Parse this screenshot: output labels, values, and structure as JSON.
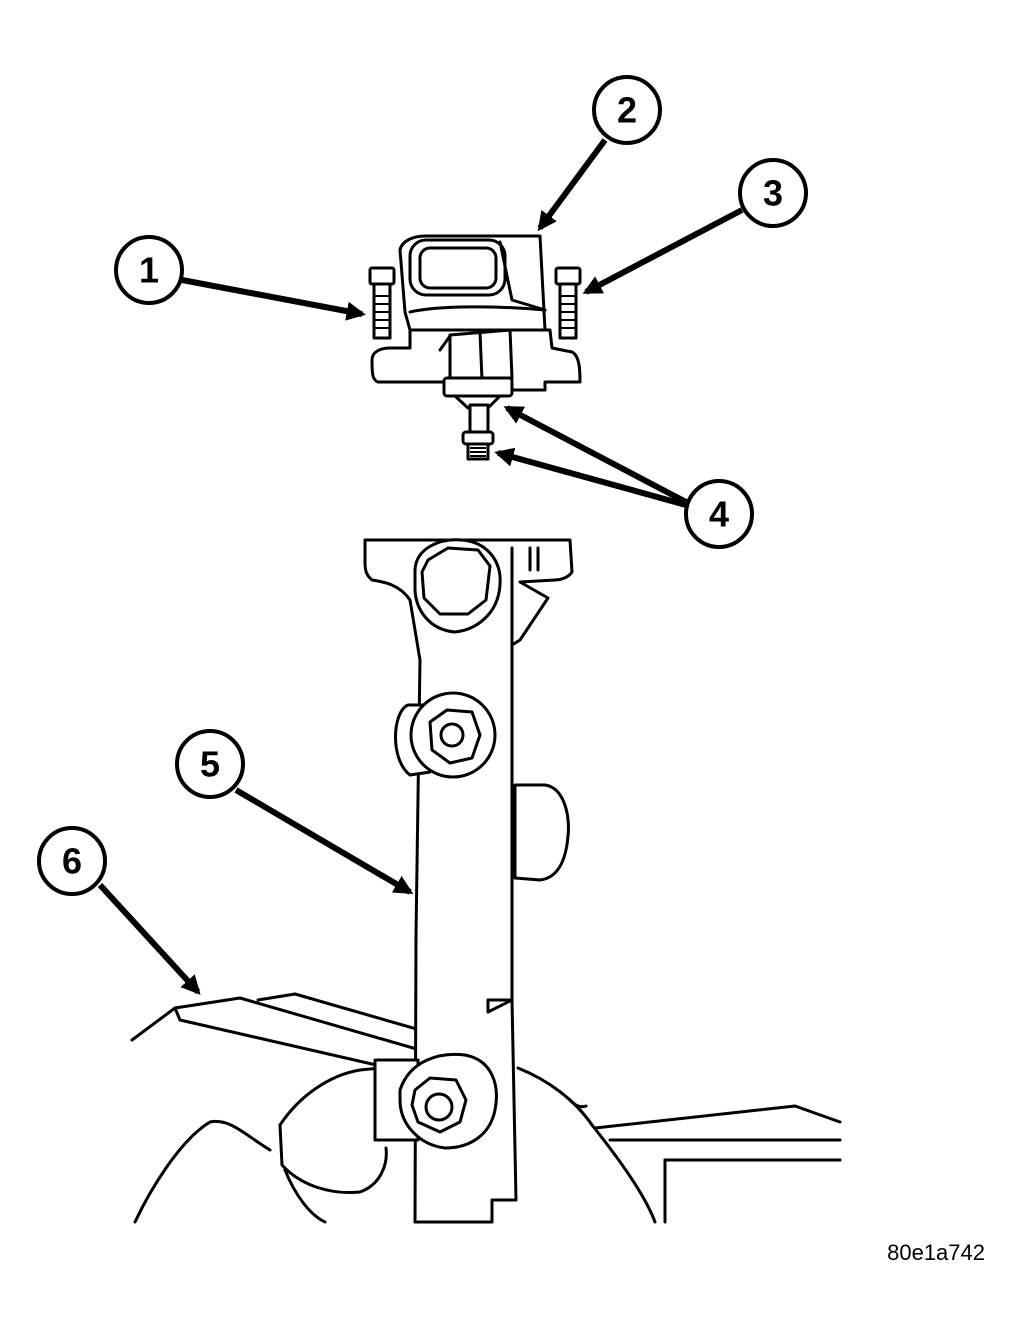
{
  "callouts": [
    {
      "id": "callout-1",
      "label": "1"
    },
    {
      "id": "callout-2",
      "label": "2"
    },
    {
      "id": "callout-3",
      "label": "3"
    },
    {
      "id": "callout-4",
      "label": "4"
    },
    {
      "id": "callout-5",
      "label": "5"
    },
    {
      "id": "callout-6",
      "label": "6"
    }
  ],
  "figure_code": "80e1a742"
}
